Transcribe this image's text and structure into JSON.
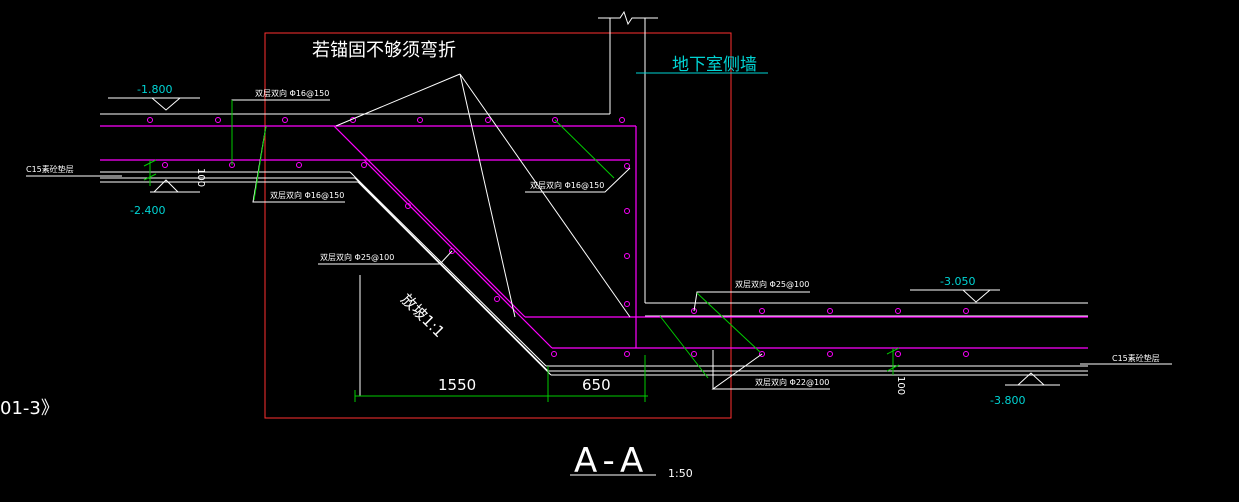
{
  "labels": {
    "anchor_note": "若锚固不够须弯折",
    "basement_wall": "地下室侧墙",
    "elev_top_left": "-1.800",
    "elev_bottom_left": "-2.400",
    "elev_top_right": "-3.050",
    "elev_bottom_right": "-3.800",
    "cushion_left": "C15素砼垫层",
    "cushion_right": "C15素砼垫层",
    "rebar_top_left": "双层双向  Φ16@150",
    "rebar_bottom_left": "双层双向  Φ16@150",
    "rebar_inner": "双层双向  Φ16@150",
    "rebar_slope": "双层双向  Φ25@100",
    "rebar_right_top": "双层双向  Φ25@100",
    "rebar_right_bottom": "双层双向  Φ22@100",
    "slope_ratio": "放坡1:1",
    "dim_1550": "1550",
    "dim_650": "650",
    "dim_100_left": "100",
    "dim_100_right": "100",
    "section_title": "A-A",
    "section_scale": "1:50",
    "left_ref": "01-3》"
  },
  "colors": {
    "background": "#000000",
    "line": "#ffffff",
    "rebar": "#ff00ff",
    "frame": "#ff3030",
    "dimension": "#00cc00",
    "elevation_text": "#00d4d4"
  }
}
